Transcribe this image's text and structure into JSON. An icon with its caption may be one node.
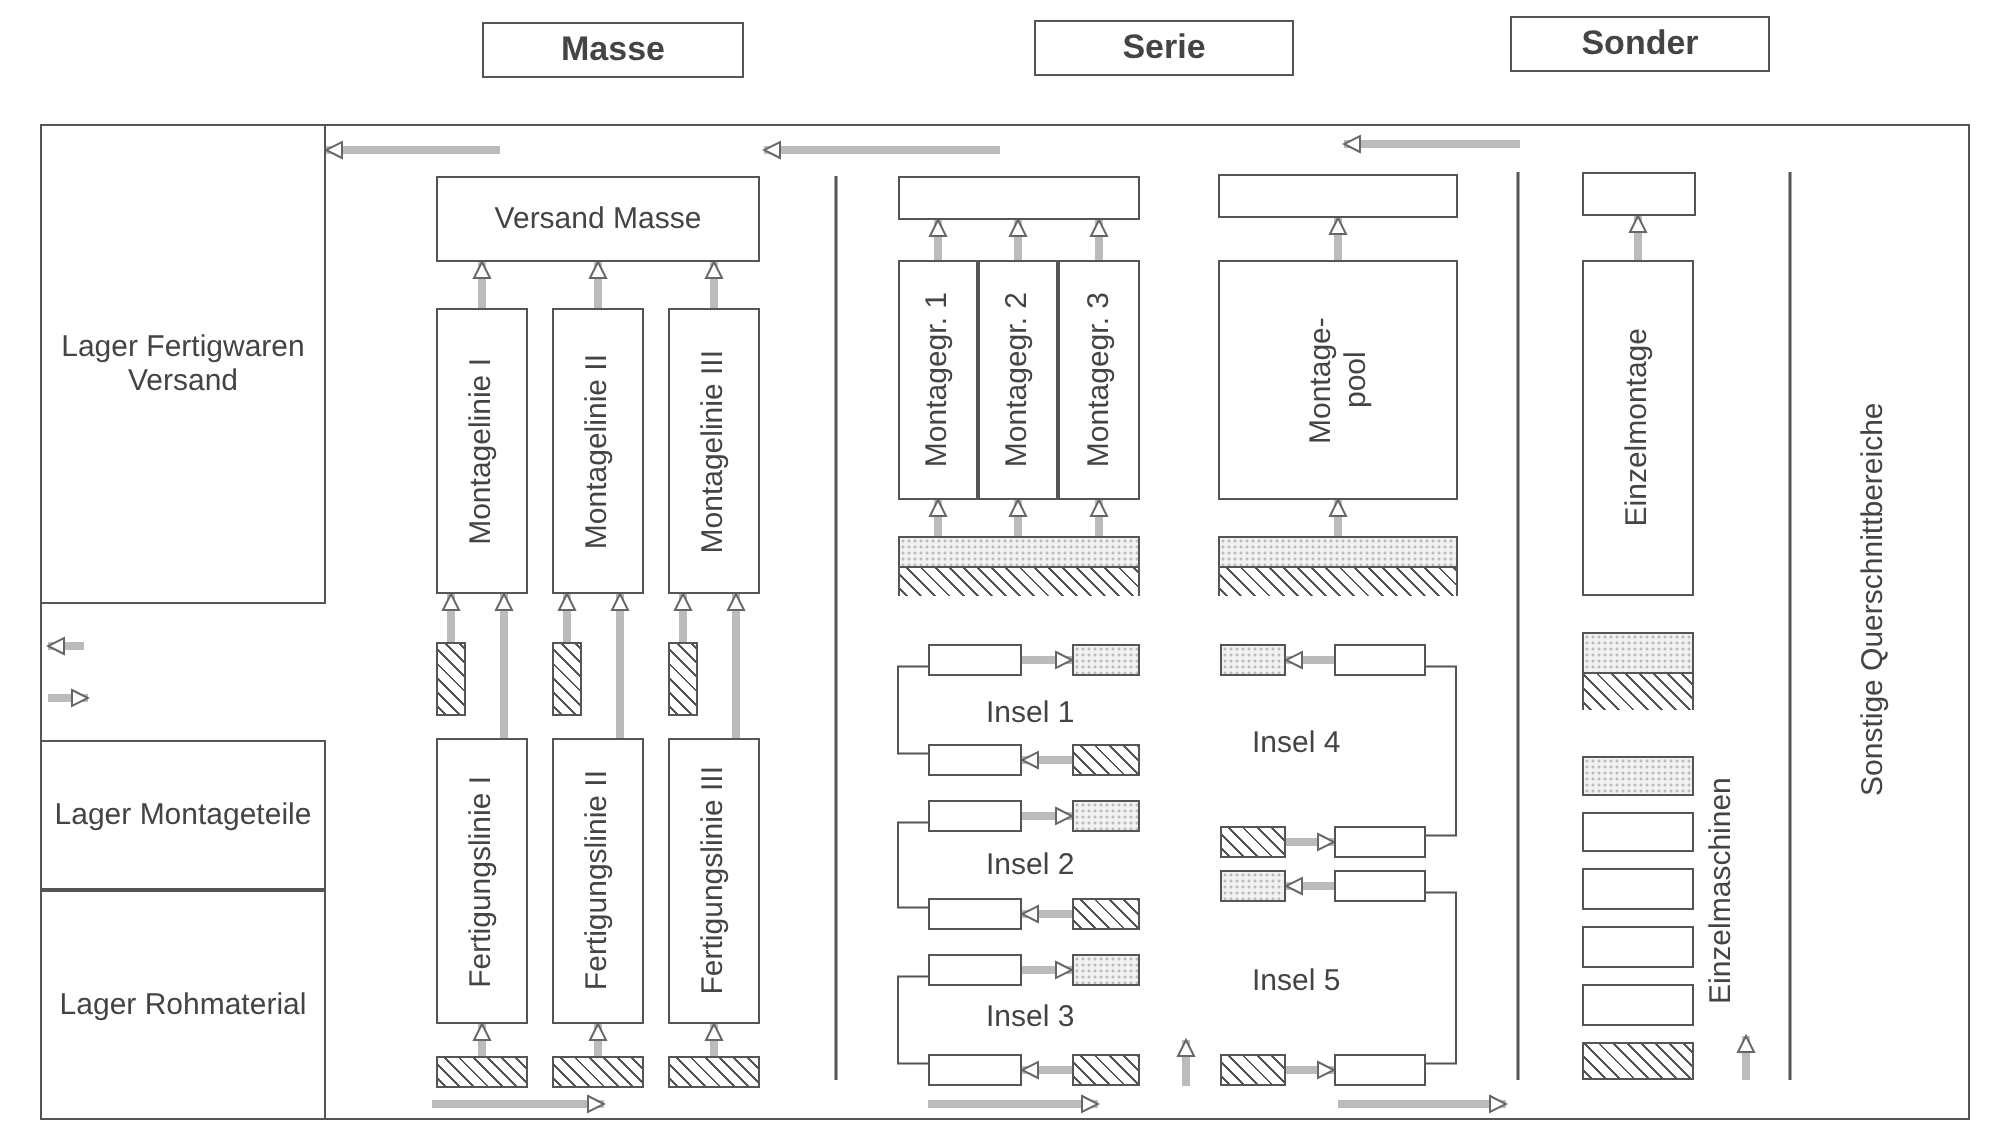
{
  "diagram": {
    "nodes": [
      {
        "text": [
          "Masse"
        ]
      },
      {
        "text": [
          "Serie"
        ]
      },
      {
        "text": [
          "Sonder"
        ]
      },
      {
        "text": [
          "Lager Fertigwaren Versand"
        ]
      },
      {
        "text": [
          "Lager Montageteile"
        ]
      },
      {
        "text": [
          "Lager Rohmaterial"
        ]
      },
      {
        "text": [
          "Versand Masse"
        ]
      },
      {
        "text": [
          "Montagelinie I"
        ]
      },
      {
        "text": [
          "Montagelinie II"
        ]
      },
      {
        "text": [
          "Montagelinie III"
        ]
      },
      {
        "text": [],
        "shape": "box"
      },
      {
        "text": [],
        "shape": "box"
      },
      {
        "text": [],
        "shape": "box"
      },
      {
        "text": [
          "Fertigungslinie I"
        ]
      },
      {
        "text": [
          "Fertigungslinie II"
        ]
      },
      {
        "text": [
          "Fertigungslinie III"
        ]
      },
      {
        "text": [],
        "shape": "box"
      },
      {
        "text": [],
        "shape": "box"
      },
      {
        "text": [],
        "shape": "box"
      },
      {
        "text": [],
        "shape": "box"
      },
      {
        "text": [
          "Montagegr. 1"
        ]
      },
      {
        "text": [
          "Montagegr. 2"
        ]
      },
      {
        "text": [
          "Montagegr. 3"
        ]
      },
      {
        "text": [],
        "shape": "box"
      },
      {
        "text": [],
        "shape": "box"
      },
      {
        "text": [
          "Montage-pool"
        ]
      },
      {
        "text": [],
        "shape": "box"
      },
      {
        "text": [],
        "shape": "box"
      },
      {
        "text": [
          "Einzelmontage"
        ]
      },
      {
        "text": [],
        "shape": "box"
      },
      {
        "text": [],
        "shape": "box"
      },
      {
        "text": [],
        "shape": "box"
      },
      {
        "text": [],
        "shape": "box"
      },
      {
        "text": [],
        "shape": "box"
      },
      {
        "text": [],
        "shape": "box"
      },
      {
        "text": [],
        "shape": "box"
      },
      {
        "text": [],
        "shape": "box"
      },
      {
        "text": [],
        "shape": "box"
      },
      {
        "text": [],
        "shape": "box"
      },
      {
        "text": [],
        "shape": "box"
      },
      {
        "text": [],
        "shape": "box"
      },
      {
        "text": [],
        "shape": "box"
      },
      {
        "text": [],
        "shape": "box"
      },
      {
        "text": [],
        "shape": "box"
      },
      {
        "text": [],
        "shape": "box"
      },
      {
        "text": [],
        "shape": "box"
      },
      {
        "text": [],
        "shape": "box"
      },
      {
        "text": [],
        "shape": "box"
      },
      {
        "text": [],
        "shape": "box"
      },
      {
        "text": [],
        "shape": "box"
      },
      {
        "text": [],
        "shape": "box"
      },
      {
        "text": [],
        "shape": "box"
      },
      {
        "text": [],
        "shape": "box"
      },
      {
        "text": [],
        "shape": "box"
      },
      {
        "text": [],
        "shape": "box"
      },
      {
        "text": [],
        "shape": "box"
      }
    ],
    "edges": [
      {
        "from": 7,
        "to": 6,
        "arrow": "to"
      },
      {
        "from": 8,
        "to": 6,
        "arrow": "to"
      },
      {
        "from": 9,
        "to": 6,
        "arrow": "to"
      },
      {
        "from": 10,
        "to": 7,
        "arrow": "to"
      },
      {
        "from": 13,
        "to": 7,
        "arrow": "to"
      },
      {
        "from": 11,
        "to": 8,
        "arrow": "to"
      },
      {
        "from": 14,
        "to": 8,
        "arrow": "to"
      },
      {
        "from": 12,
        "to": 9,
        "arrow": "to"
      },
      {
        "from": 15,
        "to": 9,
        "arrow": "to"
      },
      {
        "from": 16,
        "to": 13,
        "arrow": "to"
      },
      {
        "from": 17,
        "to": 14,
        "arrow": "to"
      },
      {
        "from": 18,
        "to": 15,
        "arrow": "to"
      },
      {
        "from": 20,
        "to": 19,
        "arrow": "to"
      },
      {
        "from": 21,
        "to": 19,
        "arrow": "to"
      },
      {
        "from": 22,
        "to": 19,
        "arrow": "to"
      },
      {
        "from": 23,
        "to": 20,
        "arrow": "to"
      },
      {
        "from": 23,
        "to": 21,
        "arrow": "to"
      },
      {
        "from": 23,
        "to": 22,
        "arrow": "to"
      },
      {
        "from": 25,
        "to": 24,
        "arrow": "to"
      },
      {
        "from": 26,
        "to": 25,
        "arrow": "to"
      },
      {
        "from": 28,
        "to": 27,
        "arrow": "to"
      },
      {
        "from": 30,
        "to": 31,
        "arrow": "to"
      },
      {
        "from": 33,
        "to": 32,
        "arrow": "to"
      },
      {
        "from": 30,
        "to": 32,
        "arrow": "none",
        "color": "#555555"
      },
      {
        "from": 34,
        "to": 35,
        "arrow": "to"
      },
      {
        "from": 37,
        "to": 36,
        "arrow": "to"
      },
      {
        "from": 34,
        "to": 36,
        "arrow": "none",
        "color": "#555555"
      },
      {
        "from": 38,
        "to": 39,
        "arrow": "to"
      },
      {
        "from": 41,
        "to": 40,
        "arrow": "to"
      },
      {
        "from": 38,
        "to": 40,
        "arrow": "none",
        "color": "#555555"
      },
      {
        "from": 43,
        "to": 42,
        "arrow": "to"
      },
      {
        "from": 44,
        "to": 45,
        "arrow": "to"
      },
      {
        "from": 43,
        "to": 45,
        "arrow": "none",
        "color": "#555555"
      },
      {
        "from": 47,
        "to": 46,
        "arrow": "to"
      },
      {
        "from": 48,
        "to": 49,
        "arrow": "to"
      },
      {
        "from": 47,
        "to": 49,
        "arrow": "none",
        "color": "#555555"
      },
      {
        "from": null,
        "to": 3,
        "arrow": "to"
      }
    ],
    "labels": [
      "Insel 1",
      "Insel 2",
      "Insel 3",
      "Insel 4",
      "Insel 5",
      "Einzelmaschinen",
      "Sonstige Querschnittbereiche"
    ]
  }
}
